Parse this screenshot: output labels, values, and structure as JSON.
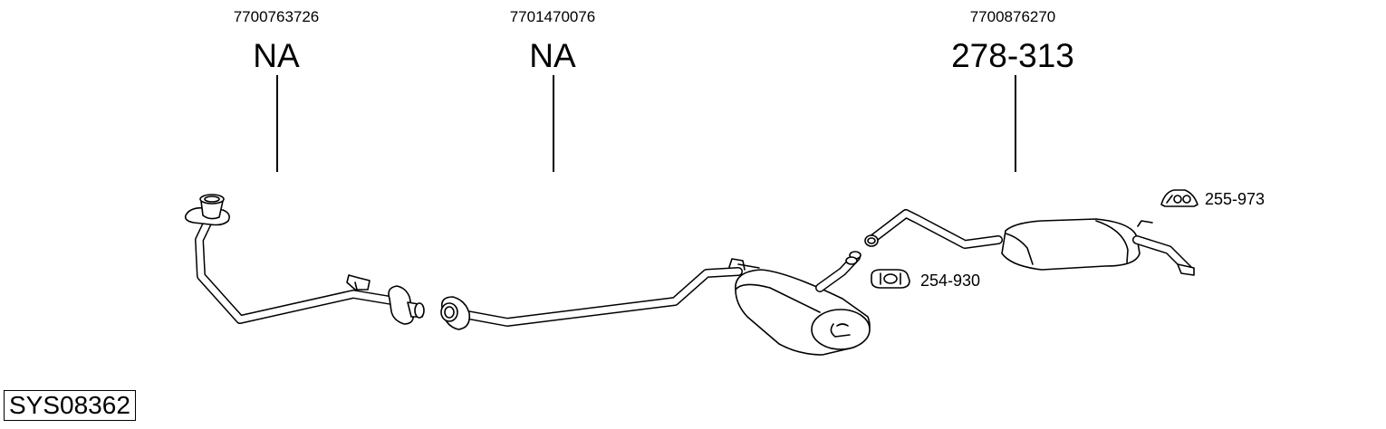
{
  "parts": [
    {
      "oem": "7700763726",
      "ref": "NA"
    },
    {
      "oem": "7701470076",
      "ref": "NA"
    },
    {
      "oem": "7700876270",
      "ref": "278-313"
    }
  ],
  "accessories": [
    {
      "ref": "255-973",
      "icon": "rubber-mount-icon"
    },
    {
      "ref": "254-930",
      "icon": "clamp-icon"
    }
  ],
  "system_code": "SYS08362"
}
